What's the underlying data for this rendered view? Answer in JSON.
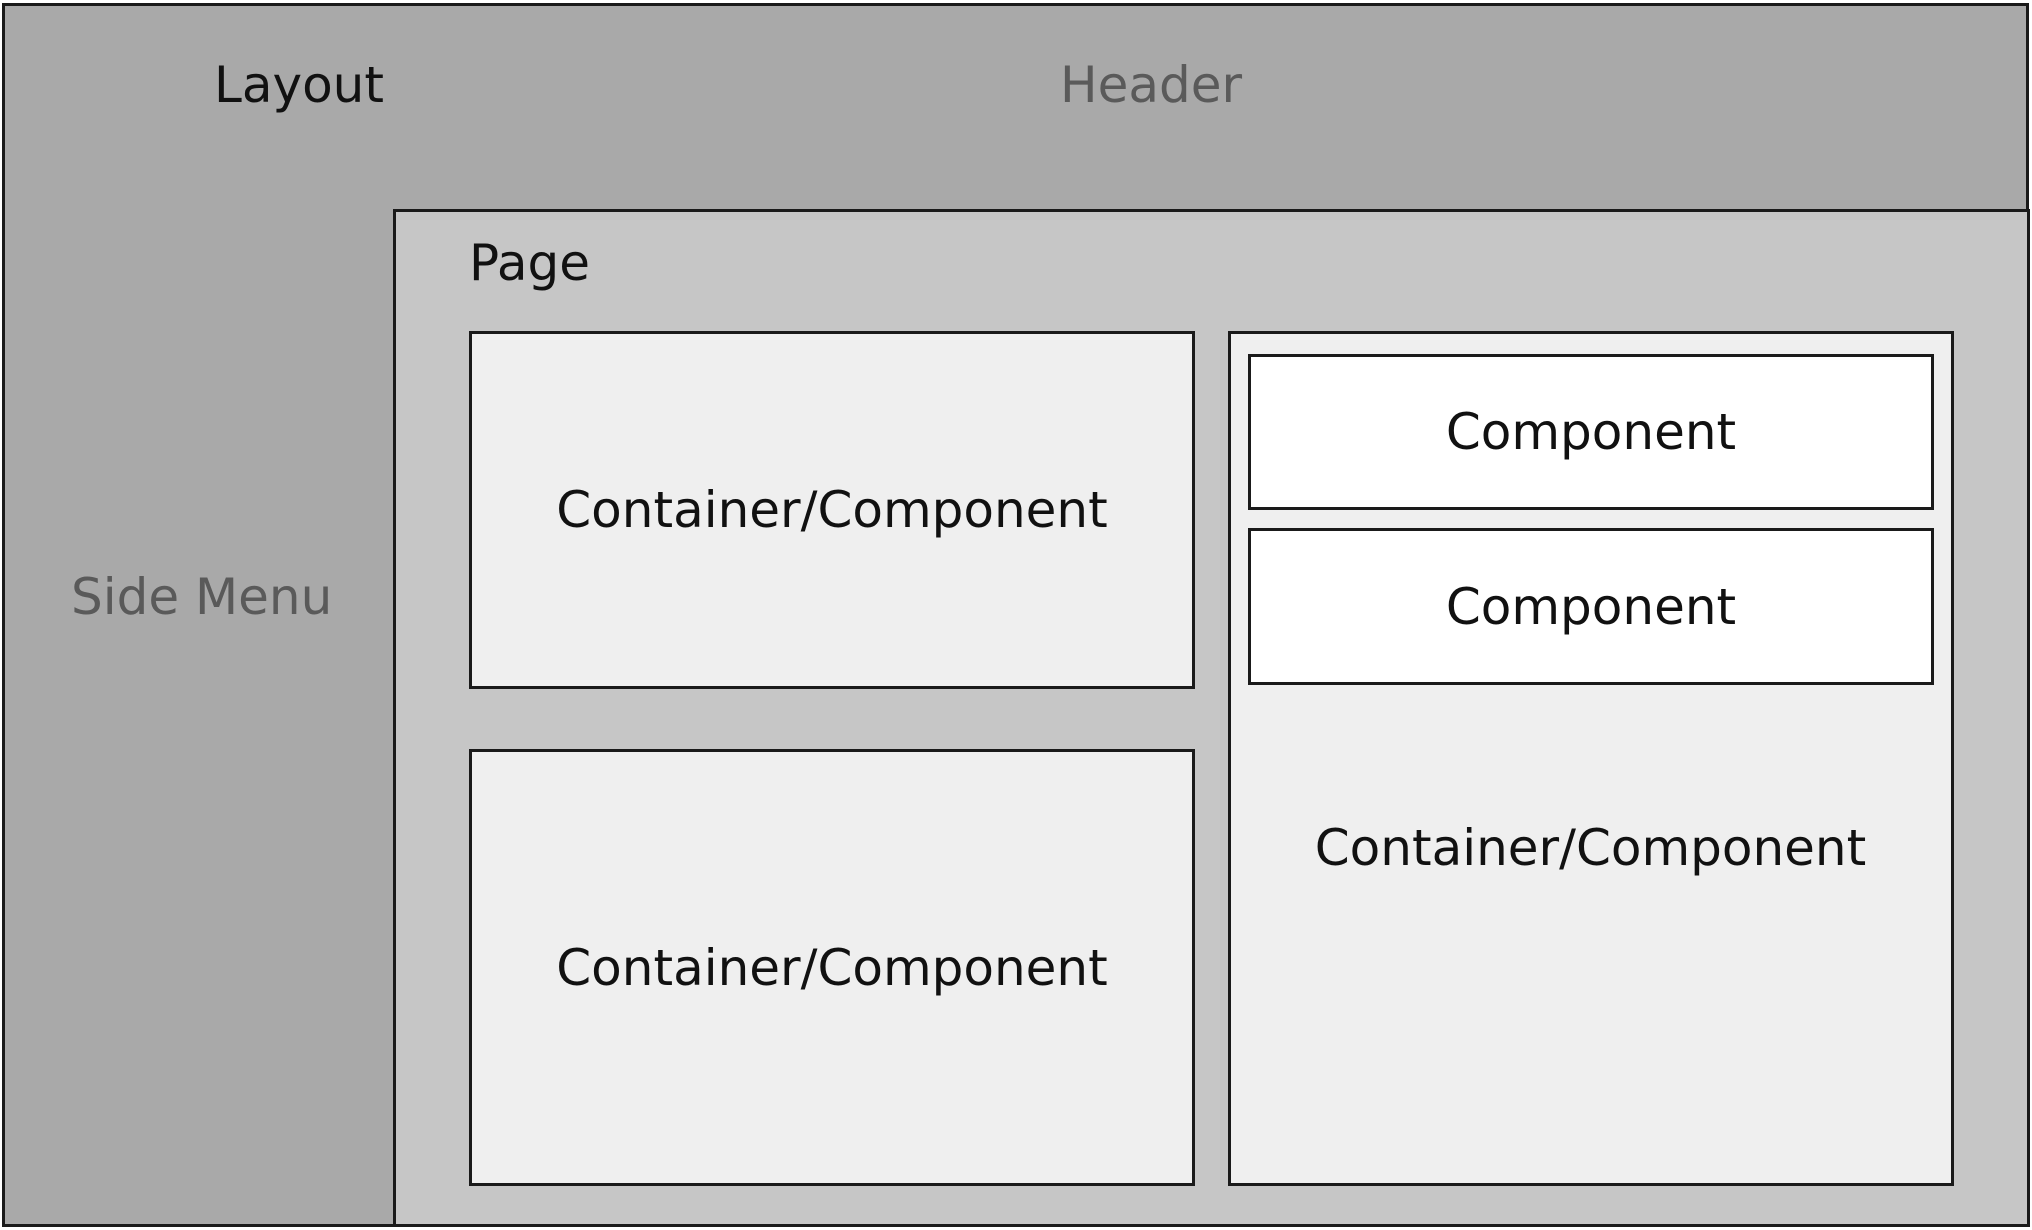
{
  "layout": {
    "title": "Layout",
    "header_label": "Header",
    "side_menu_label": "Side Menu"
  },
  "page": {
    "title": "Page",
    "left_top_label": "Container/Component",
    "left_bottom_label": "Container/Component",
    "right_container": {
      "label": "Container/Component",
      "components": [
        {
          "label": "Component"
        },
        {
          "label": "Component"
        }
      ]
    }
  },
  "colors": {
    "layout_background": "#a9a9a9",
    "page_background": "#c6c6c6",
    "container_background": "#efefef",
    "component_background": "#ffffff",
    "muted_text": "#5a5a5a",
    "dark_text": "#111111"
  }
}
